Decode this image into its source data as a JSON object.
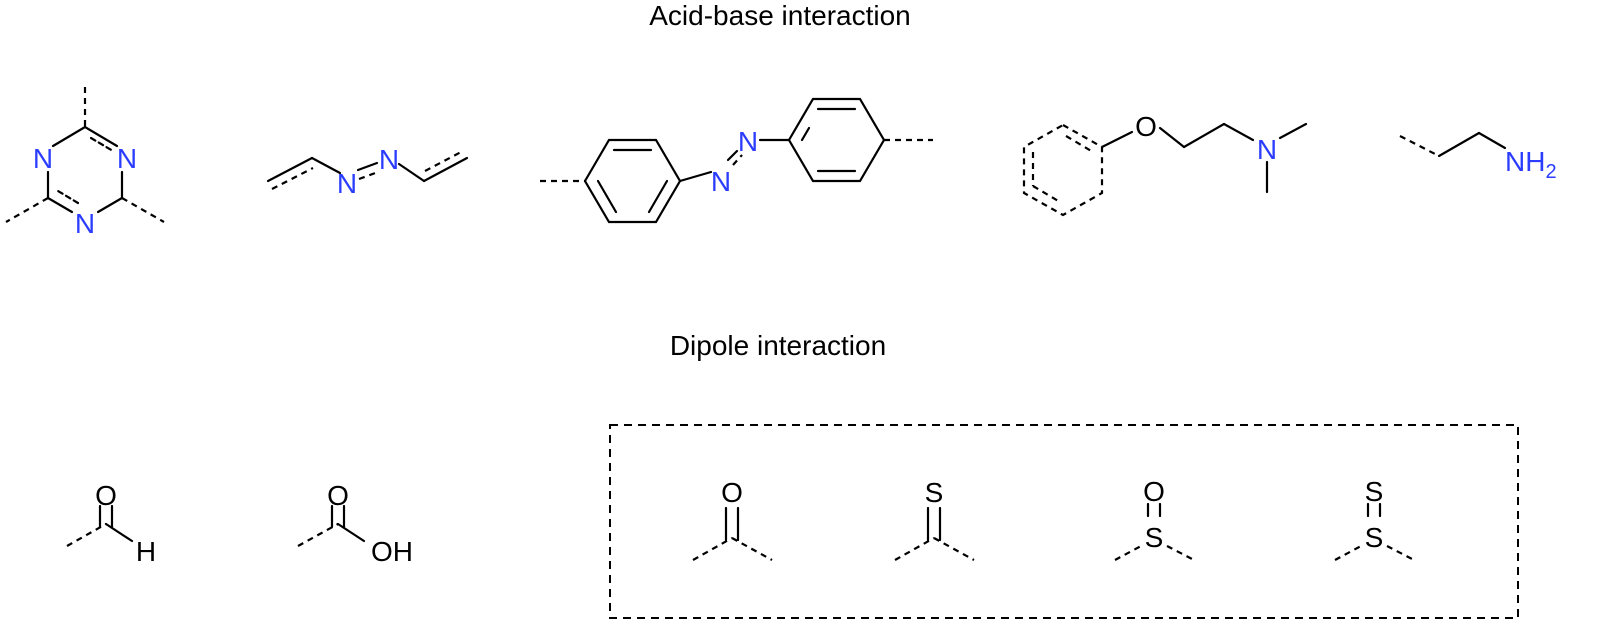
{
  "sections": {
    "acid_base_title": "Acid-base interaction",
    "dipole_title": "Dipole interaction"
  },
  "atoms": {
    "N": "N",
    "O": "O",
    "S": "S",
    "H": "H",
    "OH": "OH",
    "NH": "NH",
    "sub2": "2"
  },
  "colors": {
    "nitrogen": "#2b3dff",
    "bond": "#000000",
    "text": "#000000"
  }
}
